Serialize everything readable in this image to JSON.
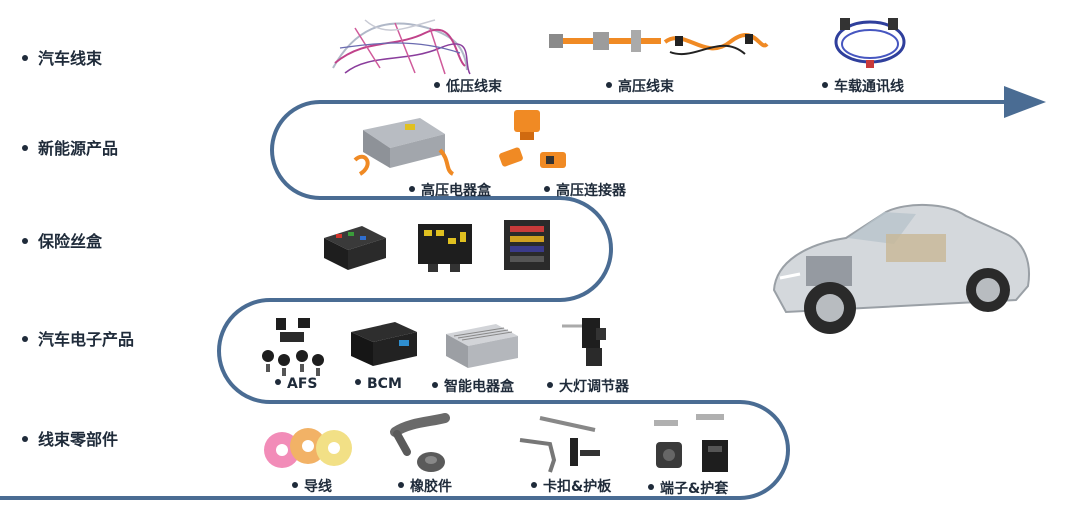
{
  "categories": [
    {
      "id": "harness",
      "label": "汽车线束"
    },
    {
      "id": "nev",
      "label": "新能源产品"
    },
    {
      "id": "fuse",
      "label": "保险丝盒"
    },
    {
      "id": "electronics",
      "label": "汽车电子产品"
    },
    {
      "id": "parts",
      "label": "线束零部件"
    }
  ],
  "products": {
    "low_voltage": "低压线束",
    "high_voltage": "高压线束",
    "comm_line": "车载通讯线",
    "hv_box": "高压电器盒",
    "hv_connector": "高压连接器",
    "afs": "AFS",
    "bcm": "BCM",
    "smart_box": "智能电器盒",
    "headlamp_adjuster": "大灯调节器",
    "wire": "导线",
    "rubber": "橡胶件",
    "clip": "卡扣&护板",
    "terminal": "端子&护套"
  },
  "colors": {
    "track": "#4a6c93",
    "text": "#1f2b3a"
  }
}
